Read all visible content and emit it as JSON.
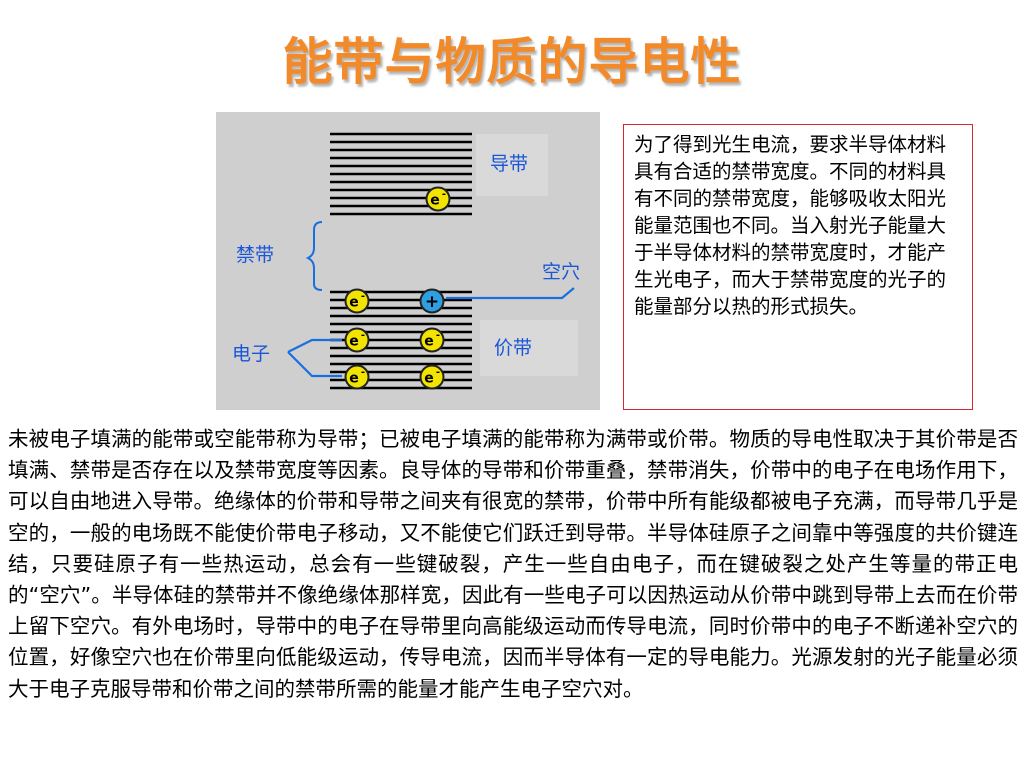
{
  "page": {
    "title": "能带与物质的导电性"
  },
  "diagram": {
    "labels": {
      "conduction_band": "导带",
      "forbidden_band": "禁带",
      "hole": "空穴",
      "valence_band": "价带",
      "electron": "电子"
    },
    "electron_symbol": "e",
    "hole_symbol": "+",
    "colors": {
      "label": "#1a56d8",
      "pointer": "#1a6fe0",
      "electron_fill": "#f2e400",
      "hole_fill": "#2e9fe0",
      "band_lines": "#000000",
      "panel": "#cfcfcf"
    },
    "icons": [
      "electron-icon",
      "hole-icon"
    ]
  },
  "note": {
    "text": "为了得到光生电流，要求半导体材料具有合适的禁带宽度。不同的材料具有不同的禁带宽度，能够吸收太阳光能量范围也不同。当入射光子能量大于半导体材料的禁带宽度时，才能产生光电子，而大于禁带宽度的光子的能量部分以热的形式损失。",
    "border_color": "#d8262e"
  },
  "body": {
    "text": "未被电子填满的能带或空能带称为导带；已被电子填满的能带称为满带或价带。物质的导电性取决于其价带是否填满、禁带是否存在以及禁带宽度等因素。良导体的导带和价带重叠，禁带消失，价带中的电子在电场作用下，可以自由地进入导带。绝缘体的价带和导带之间夹有很宽的禁带，价带中所有能级都被电子充满，而导带几乎是空的，一般的电场既不能使价带电子移动，又不能使它们跃迁到导带。半导体硅原子之间靠中等强度的共价键连结，只要硅原子有一些热运动，总会有一些键破裂，产生一些自由电子，而在键破裂之处产生等量的带正电的“空穴”。半导体硅的禁带并不像绝缘体那样宽，因此有一些电子可以因热运动从价带中跳到导带上去而在价带上留下空穴。有外电场时，导带中的电子在导带里向高能级运动而传导电流，同时价带中的电子不断递补空穴的位置，好像空穴也在价带里向低能级运动，传导电流，因而半导体有一定的导电能力。光源发射的光子能量必须大于电子克服导带和价带之间的禁带所需的能量才能产生电子空穴对。"
  }
}
